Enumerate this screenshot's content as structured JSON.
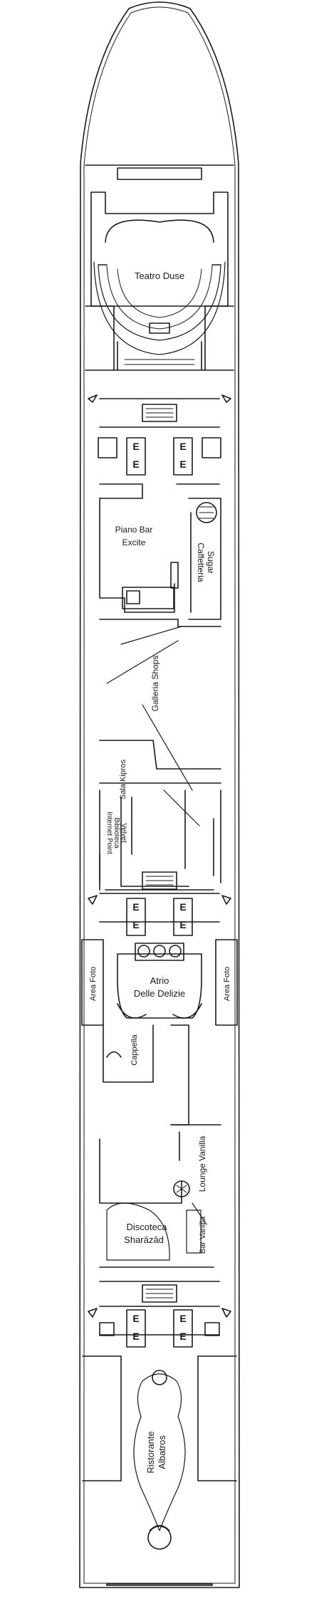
{
  "deck_plan": {
    "ink_color": "#1a1a1a",
    "paper_color": "#ffffff",
    "elevator_label": "E",
    "rooms": {
      "teatro": "Teatro Duse",
      "piano_bar_1": "Piano Bar",
      "piano_bar_2": "Excite",
      "caffetteria_1": "Caffetteria",
      "caffetteria_2": "Sugar",
      "galleria": "Galleria Shops",
      "sala": "Sala Kipros",
      "internet_1": "Internet Point",
      "internet_2": "Biblioteca",
      "internet_3": "Velvet",
      "area_foto_left": "Area Foto",
      "area_foto_right": "Area Foto",
      "atrio_1": "Atrio",
      "atrio_2": "Delle Delizie",
      "cappella": "Cappella",
      "lounge": "Lounge Vanilla",
      "discoteca_1": "Discoteca",
      "discoteca_2": "Sharāzād",
      "bar_vanilla": "Bar Vanilla",
      "ristorante_1": "Ristorante",
      "ristorante_2": "Albatros"
    }
  }
}
